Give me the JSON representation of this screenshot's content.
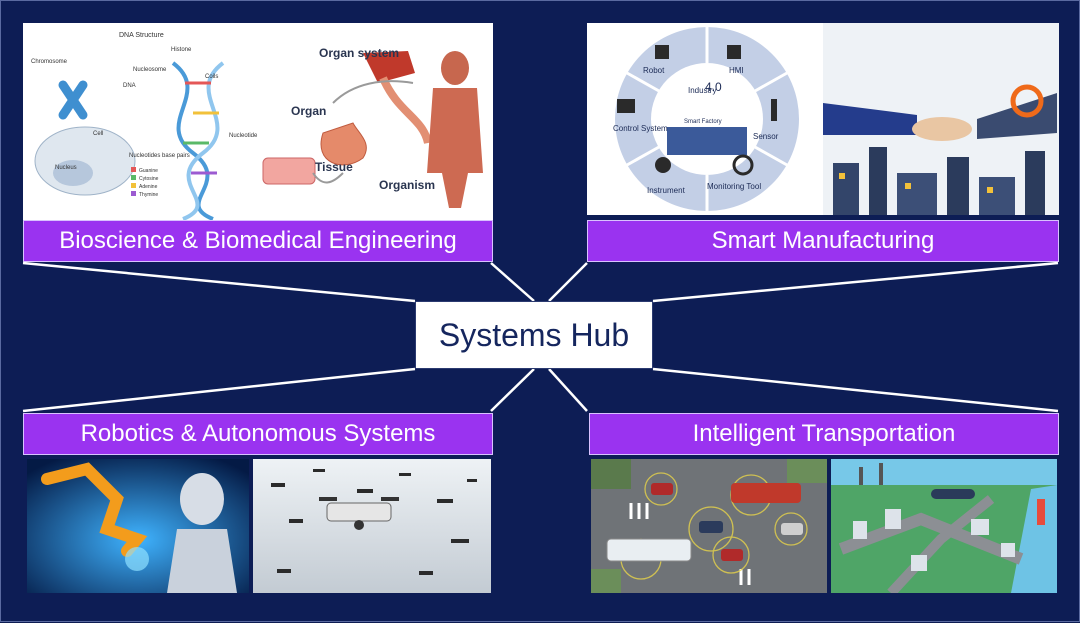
{
  "hub": {
    "label": "Systems Hub"
  },
  "quadrants": [
    {
      "label": "Bioscience & Biomedical Engineering",
      "image_labels": {
        "dna_structure": "DNA Structure",
        "chromosome": "Chromosome",
        "histone": "Histone",
        "nucleosome": "Nucleosome",
        "dna": "DNA",
        "coils": "Coils",
        "cell": "Cell",
        "nucleus": "Nucleus",
        "nucleotide": "Nucleotide",
        "base_pairs": "Nucleotides base pairs",
        "bases": [
          "Guanine",
          "Cytosine",
          "Adenine",
          "Thymine"
        ],
        "organ_system": "Organ system",
        "organ": "Organ",
        "tissue": "Tissue",
        "organism": "Organism"
      }
    },
    {
      "label": "Smart Manufacturing",
      "image_labels": {
        "industry": "Industry",
        "version": "4.0",
        "smart_factory": "Smart Factory",
        "robot": "Robot",
        "hmi": "HMI",
        "sensor": "Sensor",
        "monitoring_tool": "Monitoring Tool",
        "instrument": "Instrument",
        "control_system": "Control System"
      }
    },
    {
      "label": "Robotics & Autonomous Systems"
    },
    {
      "label": "Intelligent Transportation"
    }
  ],
  "colors": {
    "background": "#0d1d55",
    "label_bar": "#9a33f0",
    "hub_text": "#15265e",
    "connector": "#ffffff"
  }
}
